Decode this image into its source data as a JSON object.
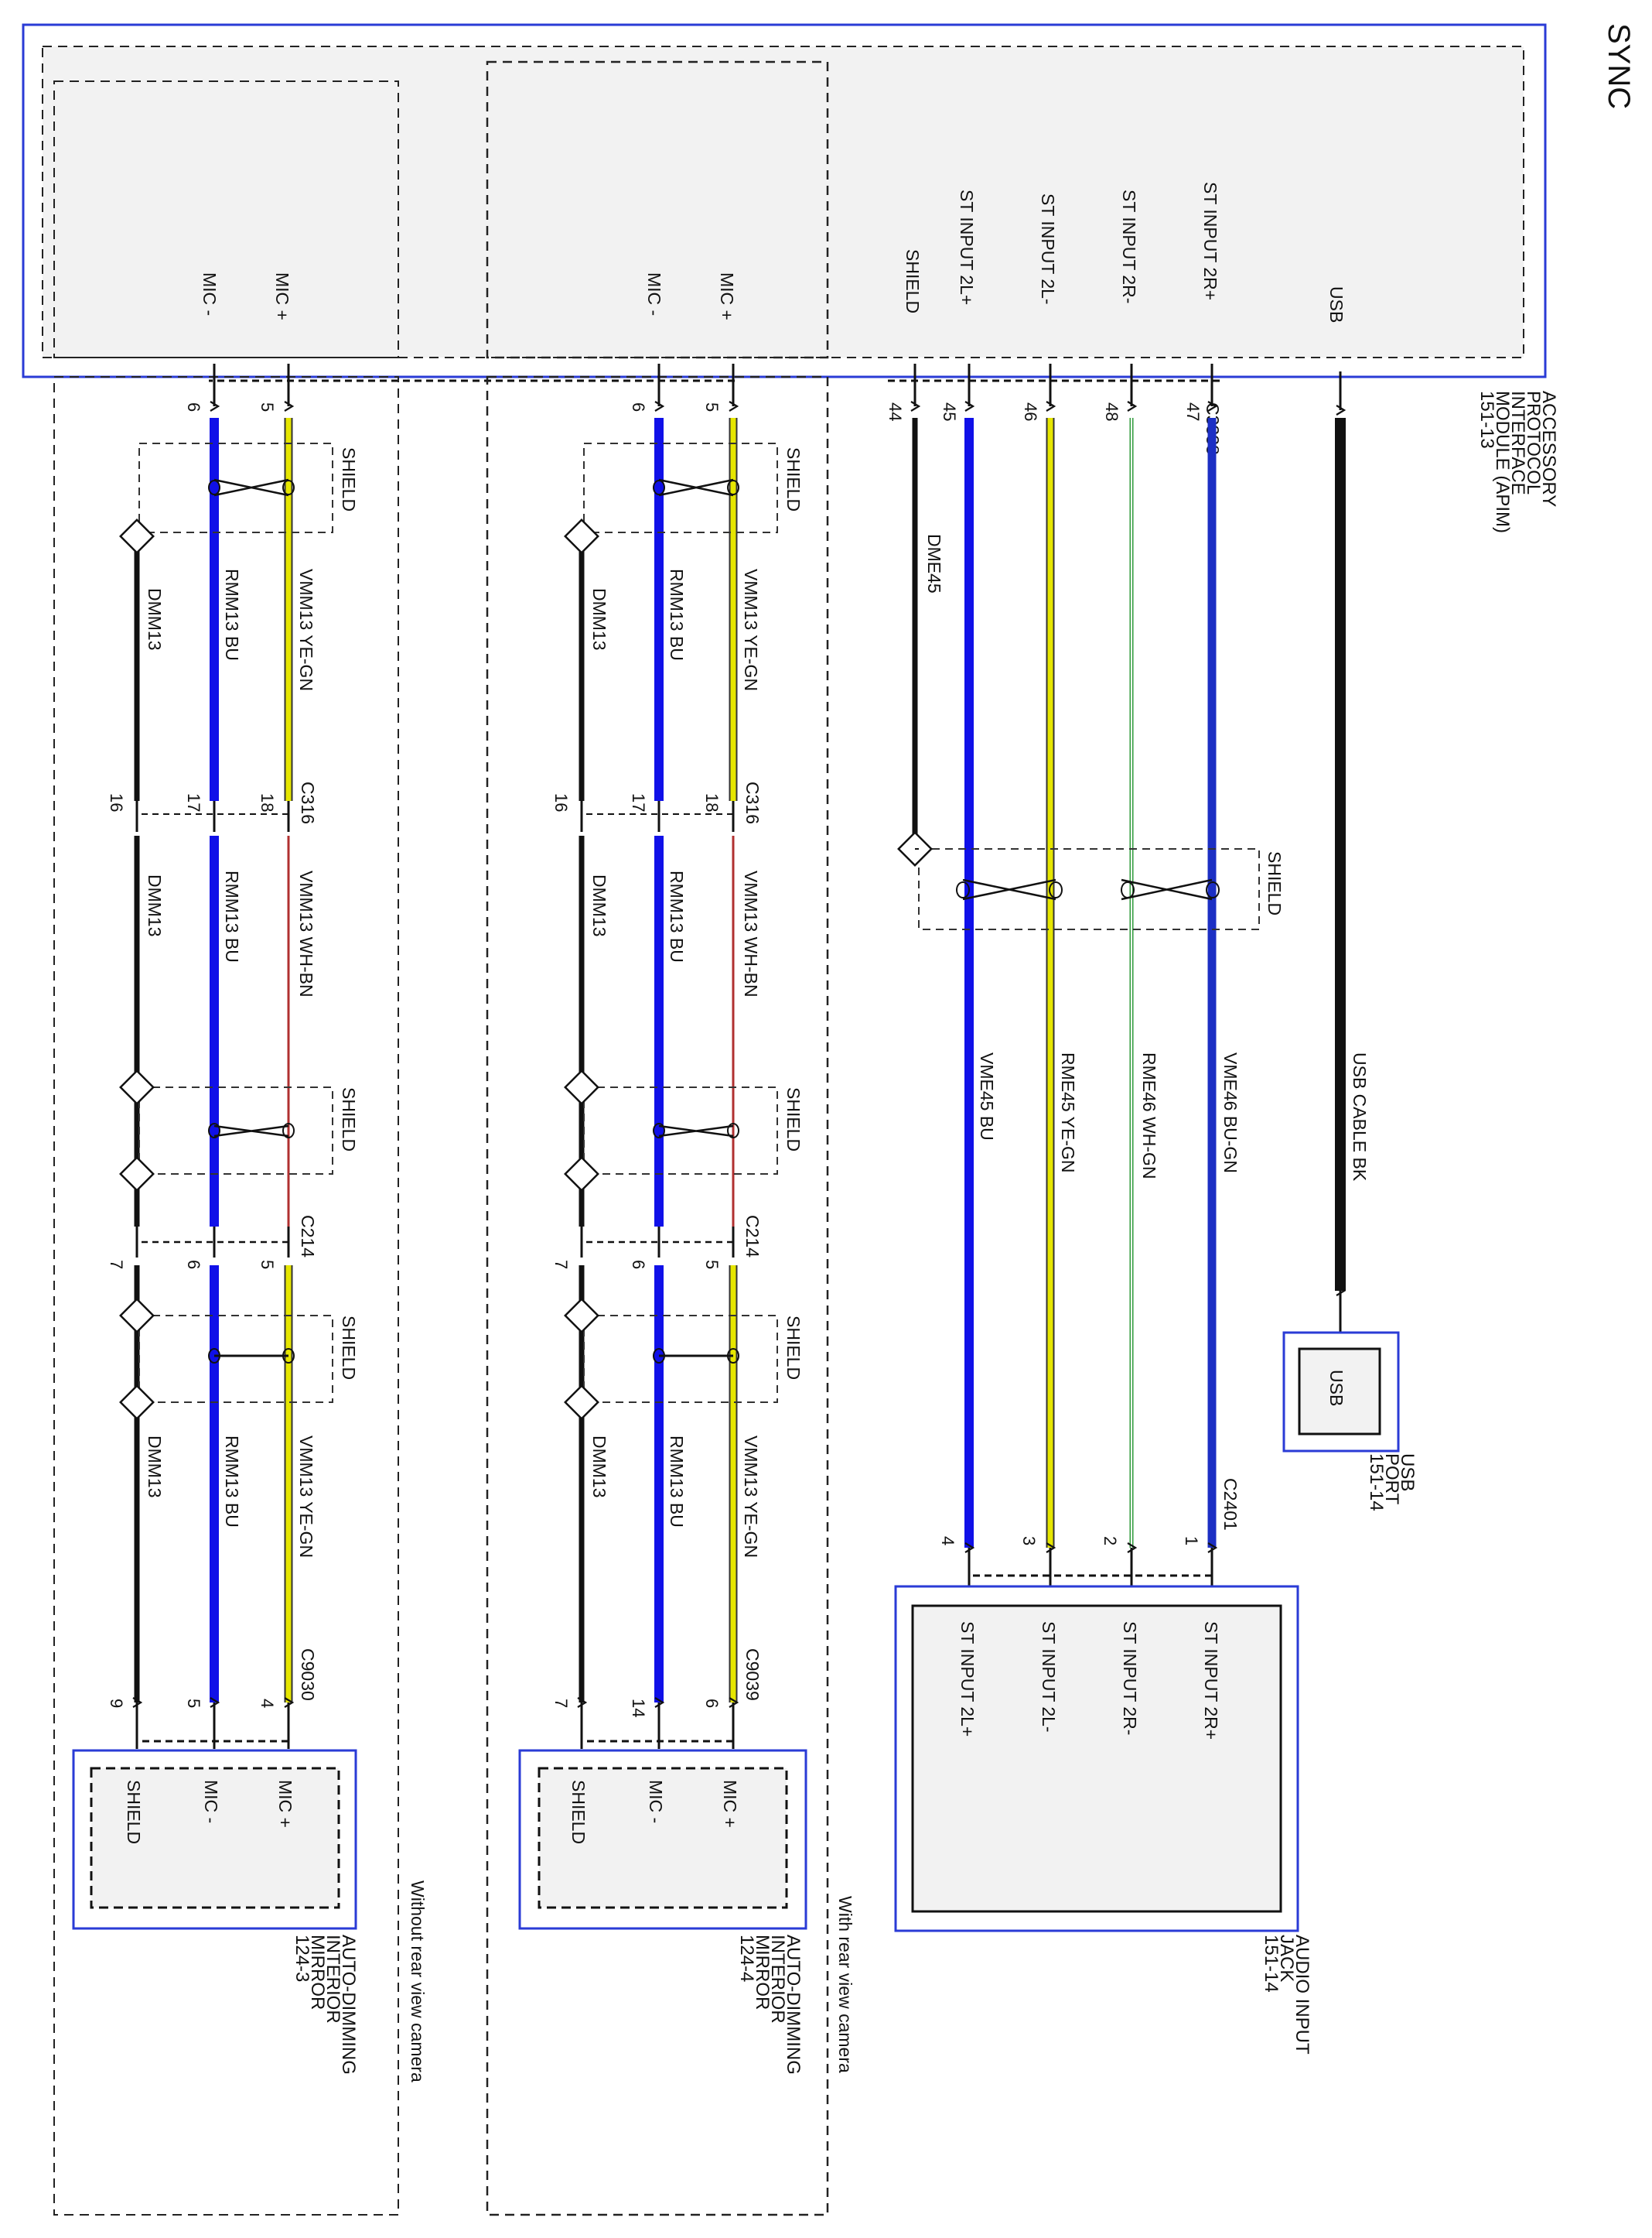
{
  "title": "SYNC",
  "apim": {
    "name_lines": [
      "ACCESSORY",
      "PROTOCOL",
      "INTERFACE",
      "MODULE (APIM)",
      "151-13"
    ],
    "pins": {
      "usb": "USB",
      "st_input_2r_plus": "ST INPUT 2R+",
      "st_input_2r_minus": "ST INPUT 2R-",
      "st_input_2l_minus": "ST INPUT 2L-",
      "st_input_2l_plus": "ST INPUT 2L+",
      "shield": "SHIELD",
      "mic_plus": "MIC +",
      "mic_minus": "MIC -"
    },
    "connector": "C3338"
  },
  "usb_cable": {
    "label": "USB CABLE   BK"
  },
  "usb_port": {
    "label_lines": [
      "USB",
      "PORT",
      "151-14"
    ],
    "inner": "USB"
  },
  "audio_jack": {
    "label_lines": [
      "AUDIO INPUT",
      "JACK",
      "151-14"
    ],
    "connector": "C2401",
    "pins": [
      "ST INPUT 2R+",
      "ST INPUT 2R-",
      "ST INPUT 2L-",
      "ST INPUT 2L+"
    ],
    "pin_numbers": [
      "1",
      "2",
      "3",
      "4"
    ]
  },
  "aux_circuits": [
    {
      "name": "VME46   BU-GN",
      "apim_pin": "47",
      "jack_pin": "1",
      "color": "#1c2fc4"
    },
    {
      "name": "RME46   WH-GN",
      "apim_pin": "48",
      "jack_pin": "2",
      "color": "#2e9a3a"
    },
    {
      "name": "RME45   YE-GN",
      "apim_pin": "46",
      "jack_pin": "3",
      "color": "#e6e600"
    },
    {
      "name": "VME45   BU",
      "apim_pin": "45",
      "jack_pin": "4",
      "color": "#1010e8"
    },
    {
      "name": "DME45",
      "apim_pin": "44",
      "color": "#111111"
    }
  ],
  "shield_label": "SHIELD",
  "mirror_with_camera": {
    "variant": "With rear view camera",
    "label_lines": [
      "AUTO-DIMMING",
      "INTERIOR",
      "MIRROR",
      "124-4"
    ],
    "pins": [
      "MIC +",
      "MIC -",
      "SHIELD"
    ],
    "apim_pins": [
      "5",
      "6"
    ],
    "c316": {
      "name": "C316",
      "pins": [
        "18",
        "17",
        "16"
      ]
    },
    "c214": {
      "name": "C214",
      "pins": [
        "5",
        "6",
        "7"
      ]
    },
    "end_connector": {
      "name": "C9039",
      "pins": [
        "6",
        "14",
        "7"
      ]
    }
  },
  "mirror_without_camera": {
    "variant": "Without rear view camera",
    "label_lines": [
      "AUTO-DIMMING",
      "INTERIOR",
      "MIRROR",
      "124-3"
    ],
    "pins": [
      "MIC +",
      "MIC -",
      "SHIELD"
    ],
    "apim_pins": [
      "5",
      "6"
    ],
    "c316": {
      "name": "C316",
      "pins": [
        "18",
        "17",
        "16"
      ]
    },
    "c214": {
      "name": "C214",
      "pins": [
        "5",
        "6",
        "7"
      ]
    },
    "end_connector": {
      "name": "C9030",
      "pins": [
        "4",
        "5",
        "9"
      ]
    }
  },
  "mic_circuits": {
    "seg1": [
      "VMM13   YE-GN",
      "RMM13   BU",
      "DMM13"
    ],
    "seg2": [
      "VMM13   WH-BN",
      "RMM13   BU",
      "DMM13"
    ],
    "seg3": [
      "VMM13   YE-GN",
      "RMM13   BU",
      "DMM13"
    ]
  },
  "colors": {
    "module_border": "#2a3bd6",
    "ye_gn": "#e6e600",
    "bu": "#1010e8",
    "bu_gn": "#1c2fc4",
    "wh_gn": "#2e9a3a",
    "wh_bn": "#b03030",
    "bk": "#111111"
  }
}
